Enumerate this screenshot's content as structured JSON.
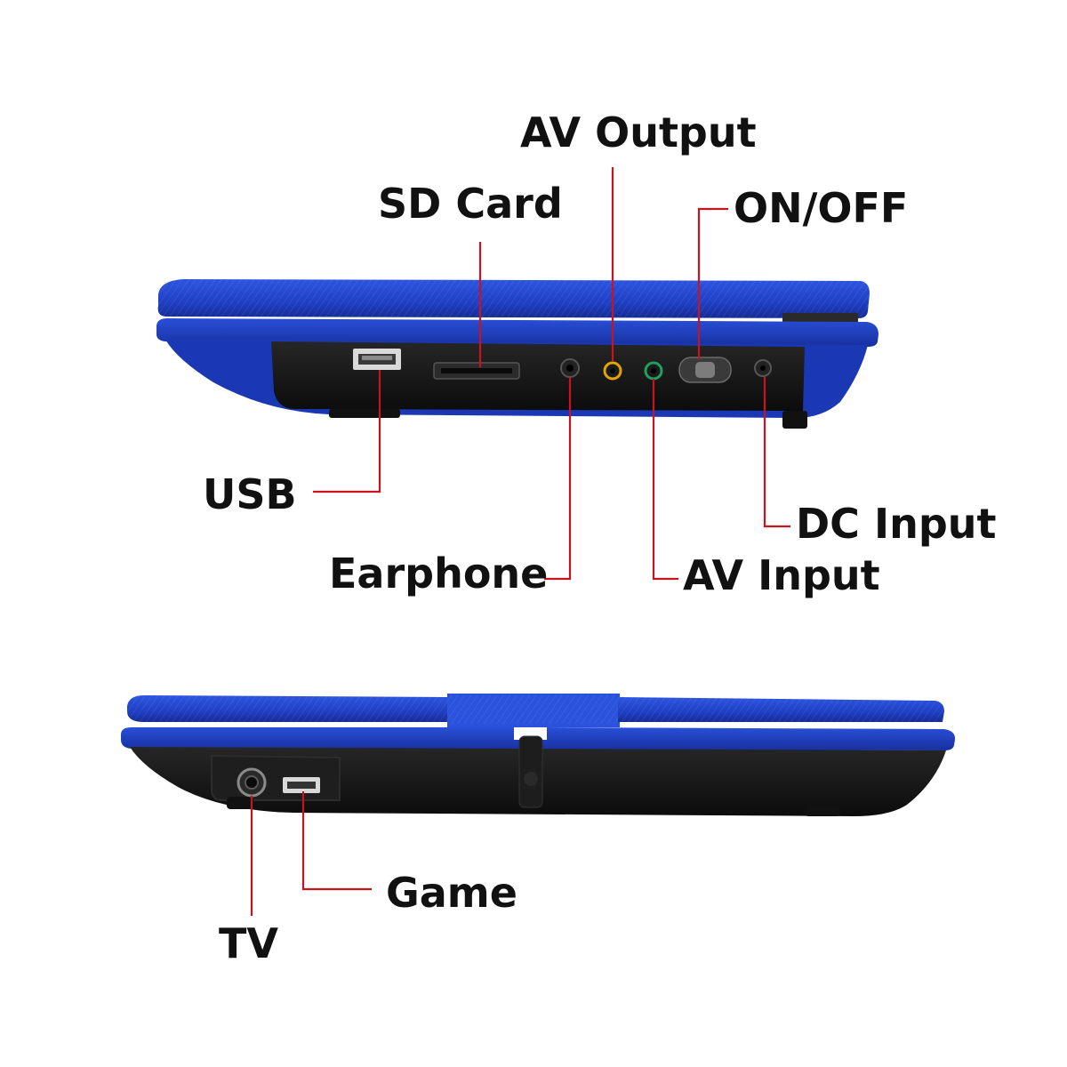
{
  "labels": {
    "av_output": "AV Output",
    "sd_card": "SD Card",
    "on_off": "ON/OFF",
    "usb": "USB",
    "dc_input": "DC Input",
    "earphone": "Earphone",
    "av_input": "AV Input",
    "game": "Game",
    "tv": "TV"
  },
  "colors": {
    "device_blue": "#1f3fc4",
    "device_blue_dark": "#152c94",
    "panel_black": "#141414",
    "leader_line": "#c8141e",
    "av_output_ring": "#e3a400",
    "av_input_ring": "#1ea060",
    "label_text": "#111111"
  }
}
